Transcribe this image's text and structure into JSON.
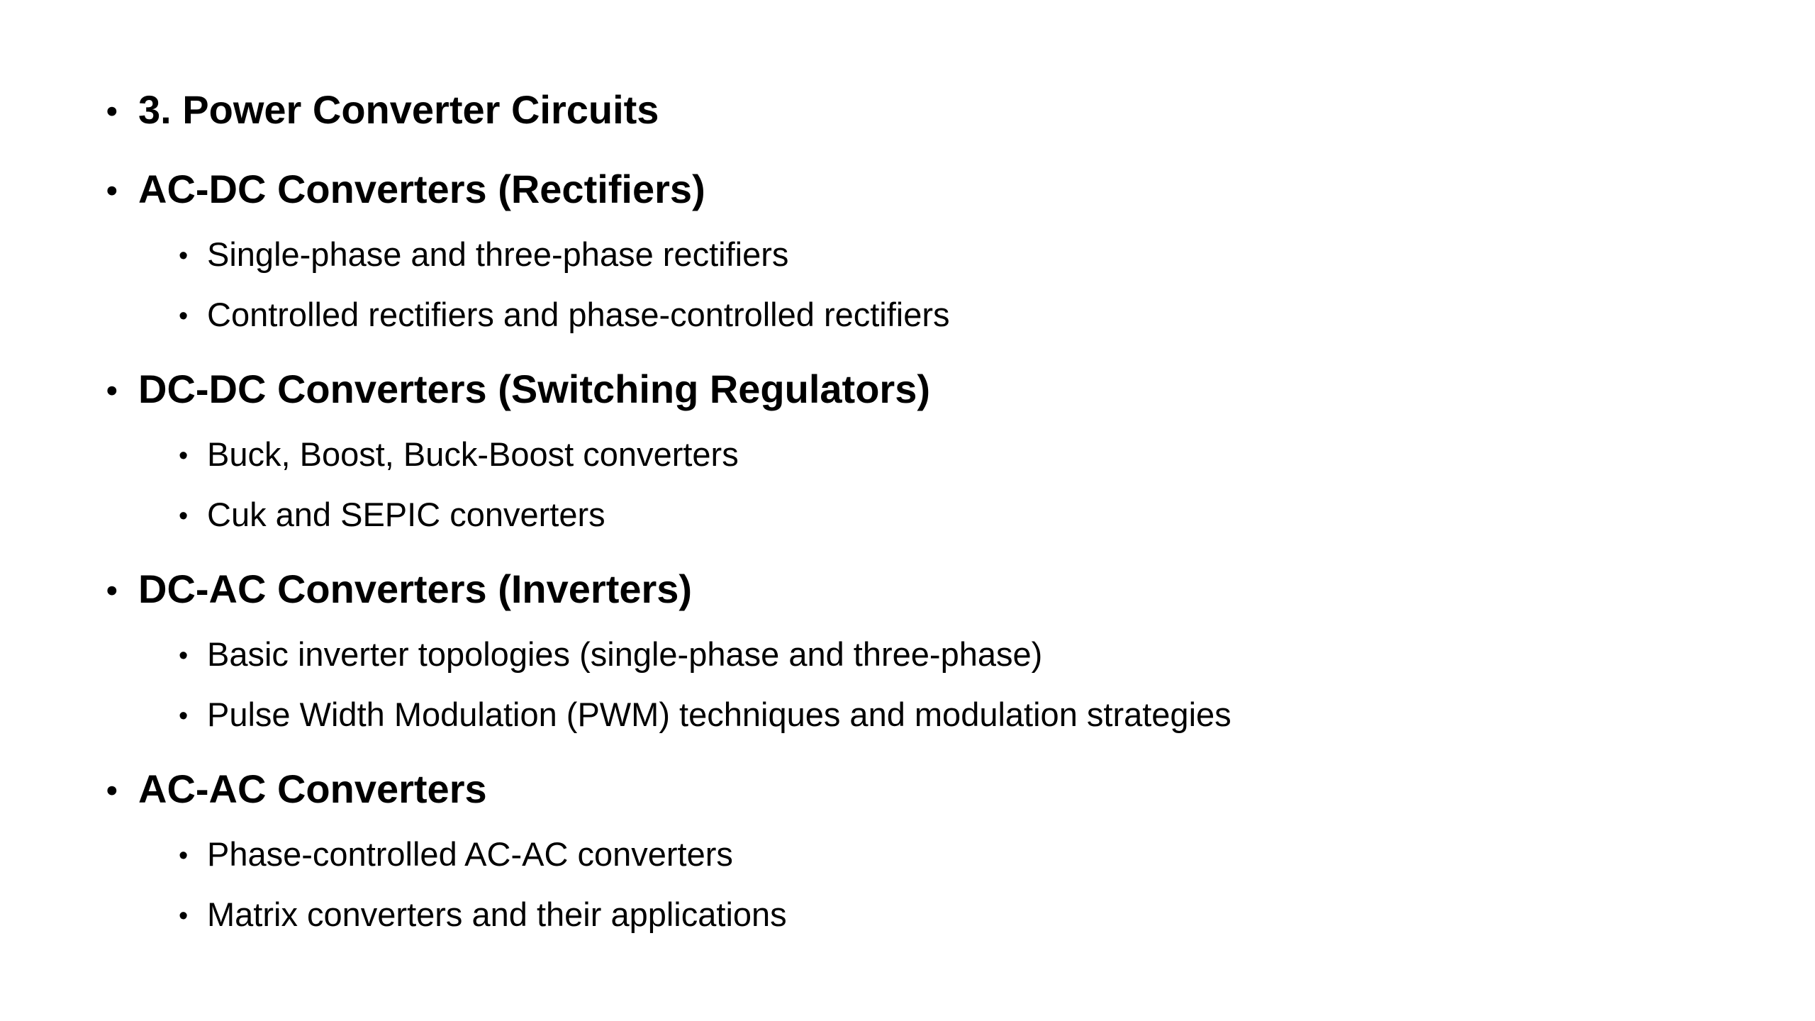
{
  "page": {
    "background_color": "#ffffff",
    "text_color": "#000000",
    "bullet_glyph": "•"
  },
  "outline": {
    "items": [
      {
        "text": "3. Power Converter Circuits",
        "level": 1,
        "bold": true
      },
      {
        "text": "AC-DC Converters (Rectifiers)",
        "level": 1,
        "bold": true
      },
      {
        "text": "Single-phase and three-phase rectifiers",
        "level": 2,
        "bold": false
      },
      {
        "text": "Controlled rectifiers and phase-controlled rectifiers",
        "level": 2,
        "bold": false
      },
      {
        "text": "DC-DC Converters (Switching Regulators)",
        "level": 1,
        "bold": true
      },
      {
        "text": "Buck, Boost, Buck-Boost converters",
        "level": 2,
        "bold": false
      },
      {
        "text": "Cuk and SEPIC converters",
        "level": 2,
        "bold": false
      },
      {
        "text": "DC-AC Converters (Inverters)",
        "level": 1,
        "bold": true
      },
      {
        "text": "Basic inverter topologies (single-phase and three-phase)",
        "level": 2,
        "bold": false
      },
      {
        "text": "Pulse Width Modulation (PWM) techniques and modulation strategies",
        "level": 2,
        "bold": false
      },
      {
        "text": "AC-AC Converters",
        "level": 1,
        "bold": true
      },
      {
        "text": "Phase-controlled AC-AC converters",
        "level": 2,
        "bold": false
      },
      {
        "text": "Matrix converters and their applications",
        "level": 2,
        "bold": false
      }
    ]
  }
}
